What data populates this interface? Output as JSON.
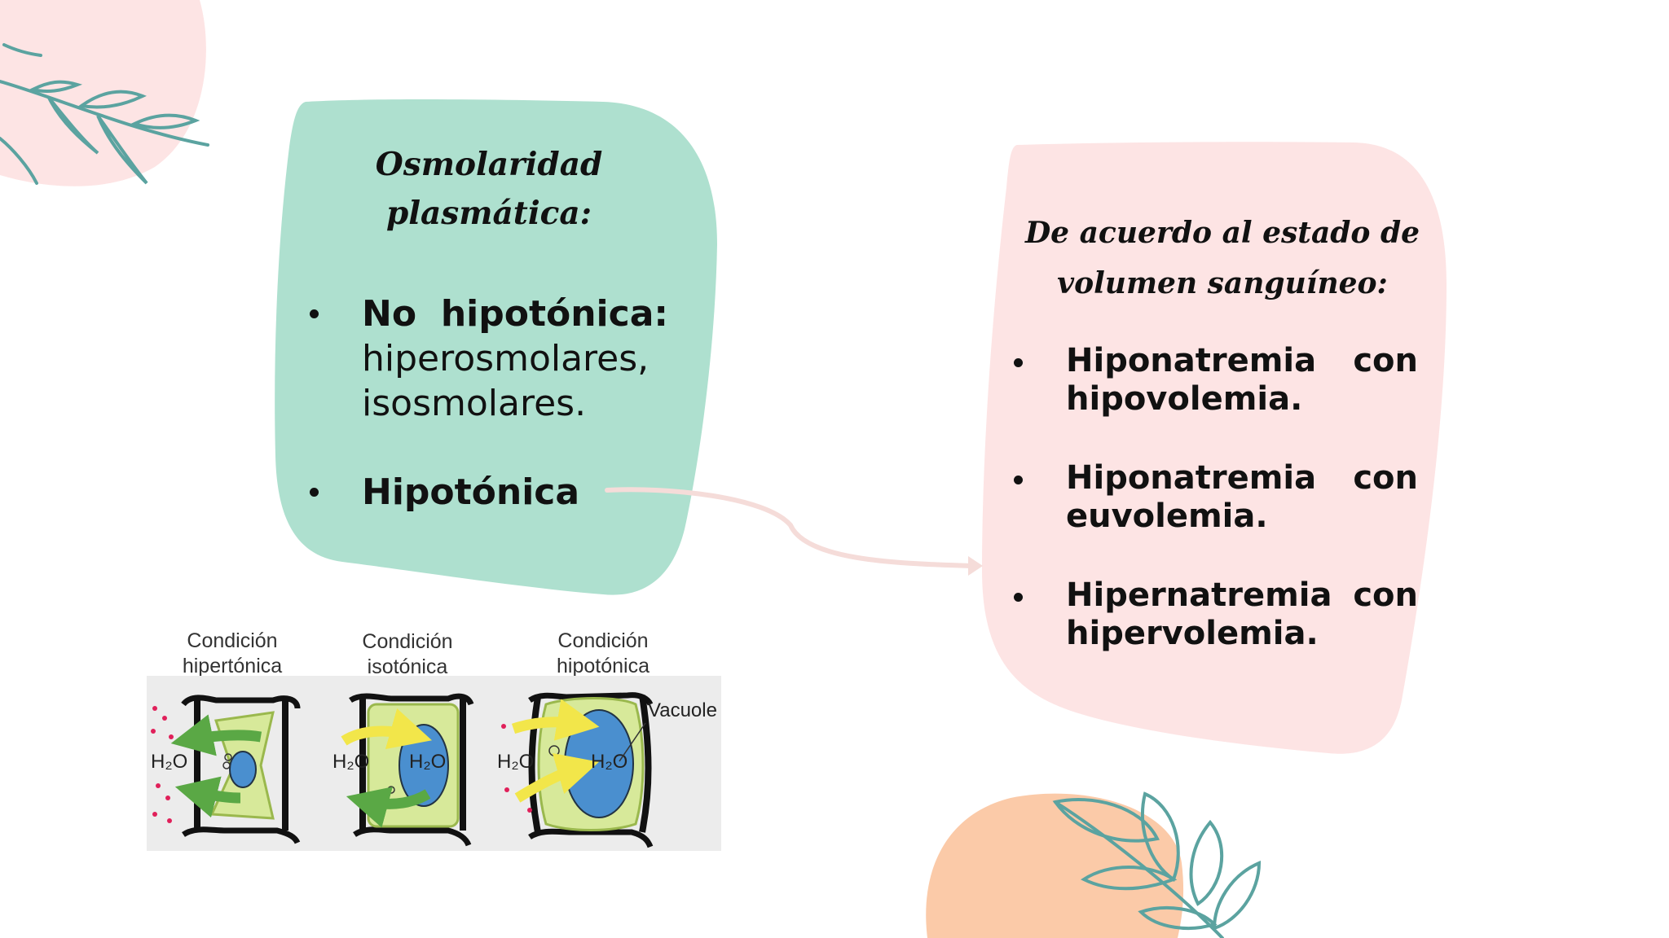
{
  "left_card": {
    "title_line1": "Osmolaridad",
    "title_line2": "plasmática:",
    "items": [
      {
        "bold": "No hipotónica:",
        "rest_line1": "hiperosmolares,",
        "rest_line2": "isosmolares."
      },
      {
        "bold": "Hipotónica"
      }
    ]
  },
  "right_card": {
    "title_line1": "De acuerdo al estado de",
    "title_line2": "volumen sanguíneo:",
    "items": [
      {
        "word": "Hiponatremia",
        "con": "con",
        "line2": "hipovolemia."
      },
      {
        "word": "Hiponatremia",
        "con": "con",
        "line2": "euvolemia."
      },
      {
        "word": "Hipernatremia",
        "con": "con",
        "line2": "hipervolemia."
      }
    ]
  },
  "figure": {
    "conditions": [
      {
        "line1": "Condición",
        "line2": "hipertónica"
      },
      {
        "line1": "Condición",
        "line2": "isotónica"
      },
      {
        "line1": "Condición",
        "line2": "hipotónica"
      }
    ],
    "h2o_label": "H₂O",
    "vacuole_label": "Vacuole"
  },
  "colors": {
    "mint": "#aee0cf",
    "pink": "#fde4e4",
    "peach": "#fbcaa8",
    "teal_leaf": "#5ba3a0",
    "arrow": "#f5dcd9"
  }
}
